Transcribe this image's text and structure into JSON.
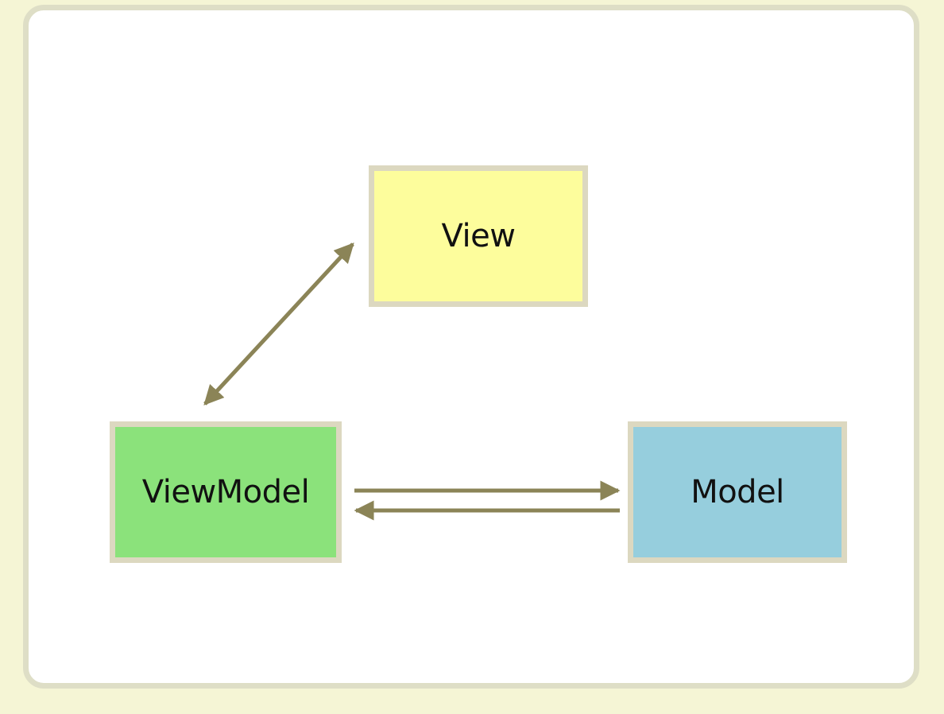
{
  "colors": {
    "page_background": "#f5f5d5",
    "panel_background": "#ffffff",
    "panel_border": "#dedec6",
    "node_border": "#dcd8c0",
    "arrow": "#8b8457"
  },
  "nodes": {
    "view": {
      "label": "View",
      "fill": "#fdfd9c"
    },
    "viewmodel": {
      "label": "ViewModel",
      "fill": "#8be27b"
    },
    "model": {
      "label": "Model",
      "fill": "#96cedd"
    }
  },
  "connections": [
    {
      "from": "viewmodel",
      "to": "view",
      "direction": "bidirectional"
    },
    {
      "from": "viewmodel",
      "to": "model",
      "direction": "forward"
    },
    {
      "from": "model",
      "to": "viewmodel",
      "direction": "forward"
    }
  ]
}
